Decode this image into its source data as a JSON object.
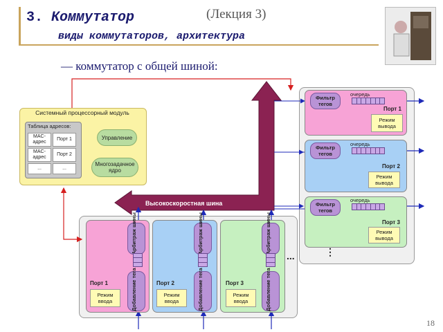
{
  "header": {
    "title_number": "3.",
    "title": "Коммутатор",
    "lecture": "(Лекция 3)",
    "subtitle": "виды коммутаторов, архитектура",
    "heading": "— коммутатор с общей шиной:"
  },
  "system_module": {
    "title": "Системный процессорный модуль",
    "address_table_title": "Таблица адресов:",
    "rows": [
      {
        "addr": "MAC-адрес",
        "port": "Порт 1"
      },
      {
        "addr": "MAC-адрес",
        "port": "Порт 2"
      },
      {
        "addr": "...",
        "port": "..."
      }
    ],
    "control_label": "Управление",
    "multitask_label": "Многозадачное ядро"
  },
  "bus_label": "Высокоскоростная шина",
  "output_ports": [
    {
      "filter": "Фильтр тегов",
      "queue": "очередь",
      "port": "Порт 1",
      "mode": "Режим вывода",
      "color": "#f7a3d6"
    },
    {
      "filter": "Фильтр тегов",
      "queue": "очередь",
      "port": "Порт 2",
      "mode": "Режим вывода",
      "color": "#a8d0f5"
    },
    {
      "filter": "Фильтр тегов",
      "queue": "очередь",
      "port": "Порт 3",
      "mode": "Режим вывода",
      "color": "#c6f0c0"
    }
  ],
  "input_ports": [
    {
      "arbiter": "Арбитраж шины",
      "tagadd": "Добавление тега",
      "port": "Порт 1",
      "mode": "Режим ввода",
      "color": "#f7a3d6"
    },
    {
      "arbiter": "Арбитраж шины",
      "tagadd": "Добавление тега",
      "port": "Порт 2",
      "mode": "Режим ввода",
      "color": "#a8d0f5"
    },
    {
      "arbiter": "Арбитраж шины",
      "tagadd": "Добавление тега",
      "port": "Порт 3",
      "mode": "Режим ввода",
      "color": "#c6f0c0"
    }
  ],
  "ellipsis": "...",
  "vertical_dots": "⋮",
  "page_number": "18",
  "colors": {
    "title": "#1a1a6e",
    "bus": "#8b2252",
    "arrow_red": "#d62020",
    "arrow_blue": "#1e2ab8"
  }
}
